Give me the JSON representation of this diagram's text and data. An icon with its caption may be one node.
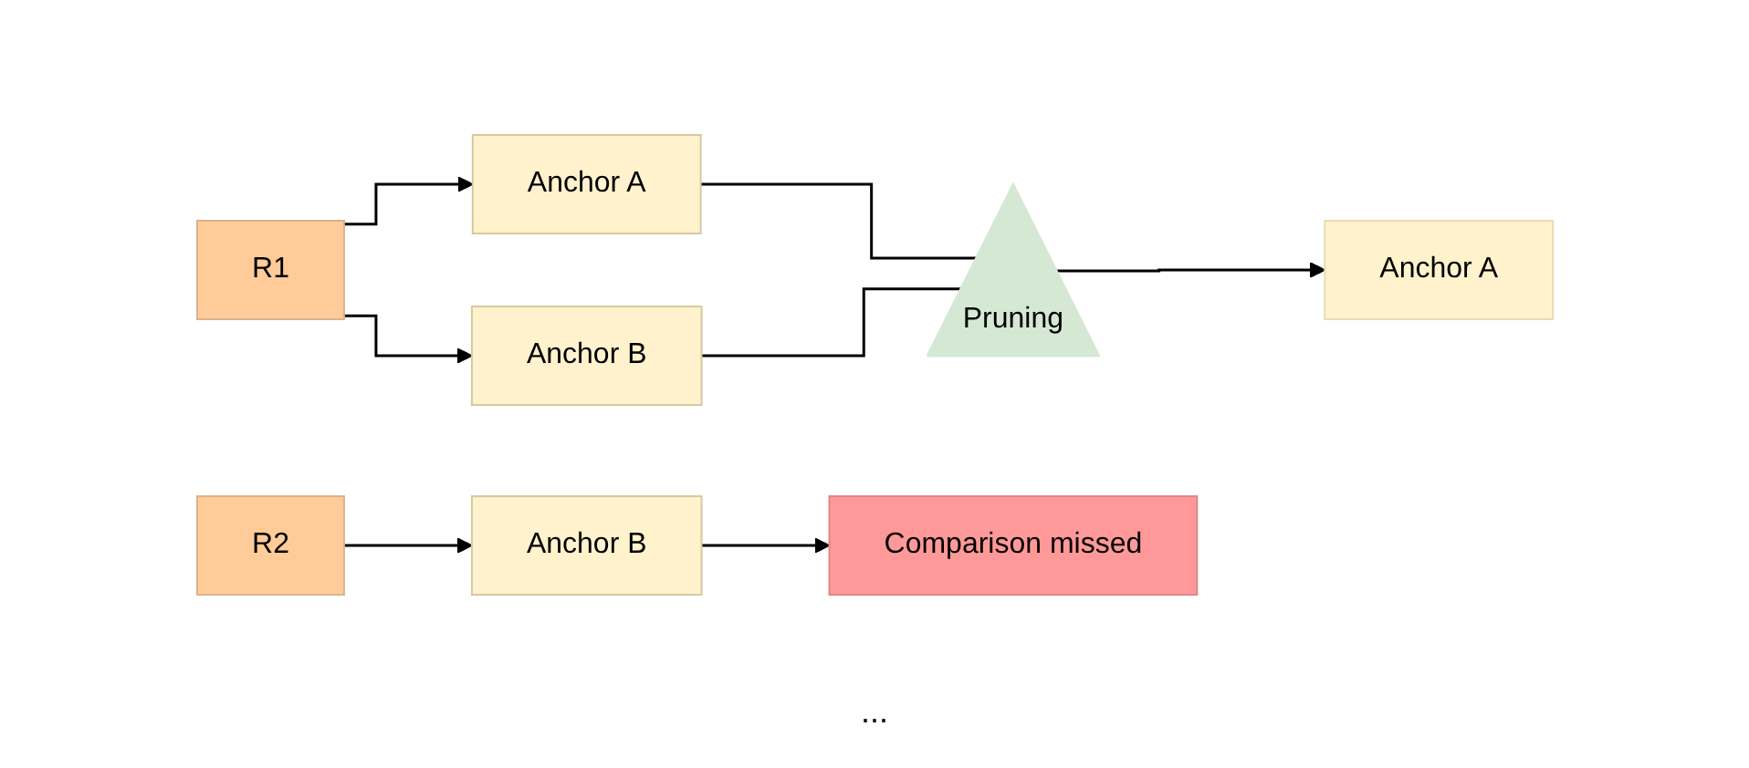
{
  "diagram": {
    "nodes": [
      {
        "text": [
          "R1"
        ]
      },
      {
        "text": [
          "Anchor A"
        ]
      },
      {
        "text": [
          "Anchor B"
        ]
      },
      {
        "text": [
          "Pruning"
        ]
      },
      {
        "text": [
          "Anchor A"
        ]
      },
      {
        "text": [
          "R2"
        ]
      },
      {
        "text": [
          "Anchor B"
        ]
      },
      {
        "text": [
          "Comparison missed"
        ]
      }
    ],
    "edges": [
      {
        "from": 0,
        "to": 1,
        "arrow": "to"
      },
      {
        "from": 0,
        "to": 2,
        "arrow": "to"
      },
      {
        "from": 1,
        "to": 3,
        "arrow": "none"
      },
      {
        "from": 2,
        "to": 3,
        "arrow": "none"
      },
      {
        "from": 3,
        "to": 4,
        "arrow": "to"
      },
      {
        "from": 5,
        "to": 6,
        "arrow": "to"
      },
      {
        "from": 6,
        "to": 7,
        "arrow": "to"
      }
    ],
    "labels": [
      "..."
    ]
  }
}
